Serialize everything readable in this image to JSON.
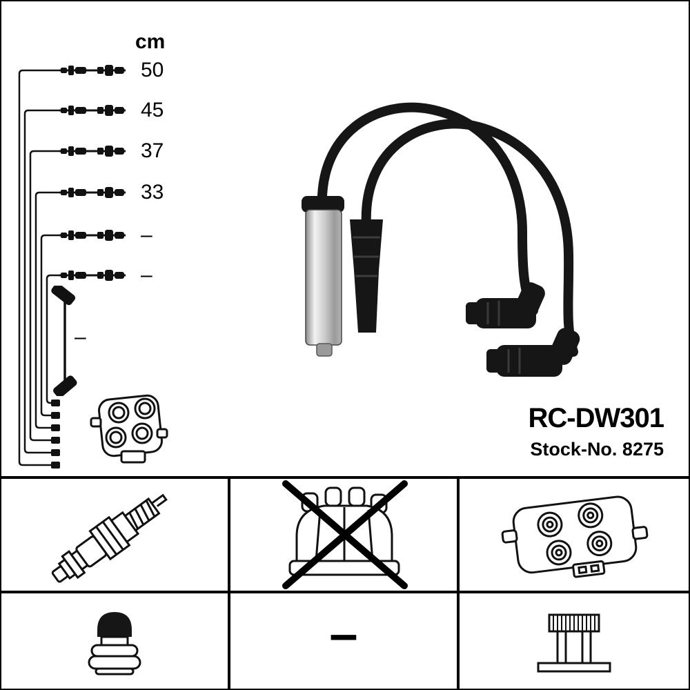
{
  "page": {
    "background": "#ffffff",
    "ink": "#000000",
    "metal_color": "#c9c9c9"
  },
  "length_list": {
    "unit_label": "cm",
    "values": [
      "50",
      "45",
      "37",
      "33",
      "–",
      "–",
      "–"
    ]
  },
  "product": {
    "model": "RC-DW301",
    "stock": "Stock-No. 8275"
  },
  "grid": {
    "cells": [
      {
        "icon": "spark-plug-icon",
        "label": ""
      },
      {
        "icon": "distributor-cap-crossed-icon",
        "label": ""
      },
      {
        "icon": "ignition-coil-icon",
        "label": ""
      },
      {
        "icon": "plug-terminal-icon",
        "label": ""
      },
      {
        "icon": "dash",
        "label": "–"
      },
      {
        "icon": "mounting-bracket-icon",
        "label": ""
      }
    ]
  }
}
